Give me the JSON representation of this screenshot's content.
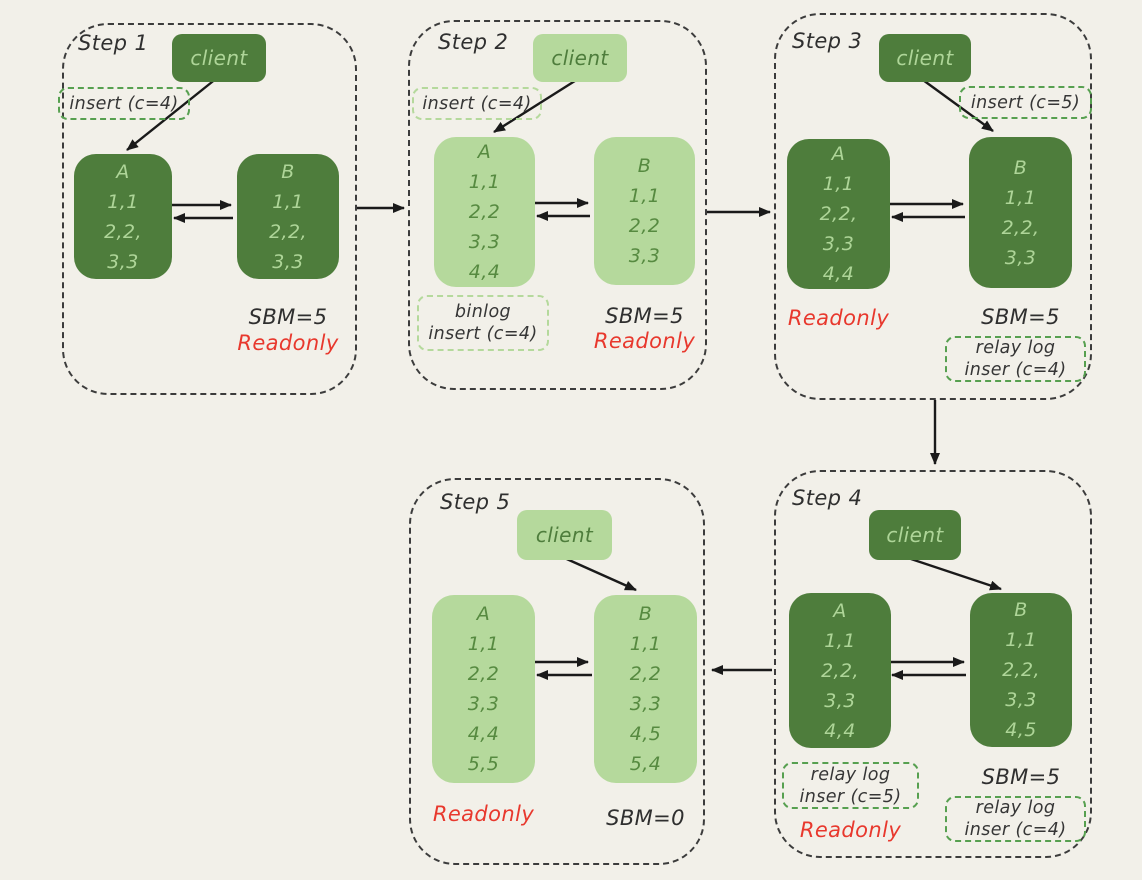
{
  "colors": {
    "background": "#f2f0e9",
    "dark_green_fill": "#4e7d3c",
    "light_green_fill": "#b5d99c",
    "node_text_on_dark": "#aed598",
    "node_text_on_light": "#568a40",
    "annotation_border_dark_theme": "#57a050",
    "annotation_border_light_theme": "#b5d99c",
    "annotation_text": "#363636",
    "step_border": "#3c3c3c",
    "readonly_red": "#e8382d",
    "arrow_color": "#1a1a1a"
  },
  "steps": [
    {
      "label": "Step 1",
      "client_label": "client",
      "insert_label": "insert (c=4)",
      "nodeA": {
        "name": "A",
        "rows": [
          "1,1",
          "2,2,",
          "3,3"
        ]
      },
      "nodeB": {
        "name": "B",
        "rows": [
          "1,1",
          "2,2,",
          "3,3"
        ]
      },
      "sbm_label": "SBM=5",
      "readonly_label": "Readonly"
    },
    {
      "label": "Step 2",
      "client_label": "client",
      "insert_label": "insert (c=4)",
      "binlog_lines": [
        "binlog",
        "insert (c=4)"
      ],
      "nodeA": {
        "name": "A",
        "rows": [
          "1,1",
          "2,2",
          "3,3",
          "4,4"
        ]
      },
      "nodeB": {
        "name": "B",
        "rows": [
          "1,1",
          "2,2",
          "3,3"
        ]
      },
      "sbm_label": "SBM=5",
      "readonly_label": "Readonly"
    },
    {
      "label": "Step 3",
      "client_label": "client",
      "insert_label": "insert (c=5)",
      "nodeA": {
        "name": "A",
        "rows": [
          "1,1",
          "2,2,",
          "3,3",
          "4,4"
        ]
      },
      "nodeB": {
        "name": "B",
        "rows": [
          "1,1",
          "2,2,",
          "3,3"
        ]
      },
      "readonly_label": "Readonly",
      "sbm_label": "SBM=5",
      "relay_b_lines": [
        "relay log",
        "inser (c=4)"
      ]
    },
    {
      "label": "Step 4",
      "client_label": "client",
      "nodeA": {
        "name": "A",
        "rows": [
          "1,1",
          "2,2,",
          "3,3",
          "4,4"
        ]
      },
      "nodeB": {
        "name": "B",
        "rows": [
          "1,1",
          "2,2,",
          "3,3",
          "4,5"
        ]
      },
      "relay_a_lines": [
        "relay log",
        "inser (c=5)"
      ],
      "readonly_label": "Readonly",
      "sbm_label": "SBM=5",
      "relay_b_lines": [
        "relay log",
        "inser (c=4)"
      ]
    },
    {
      "label": "Step 5",
      "client_label": "client",
      "nodeA": {
        "name": "A",
        "rows": [
          "1,1",
          "2,2",
          "3,3",
          "4,4",
          "5,5"
        ]
      },
      "nodeB": {
        "name": "B",
        "rows": [
          "1,1",
          "2,2",
          "3,3",
          "4,5",
          "5,4"
        ]
      },
      "readonly_label": "Readonly",
      "sbm_label": "SBM=0"
    }
  ]
}
